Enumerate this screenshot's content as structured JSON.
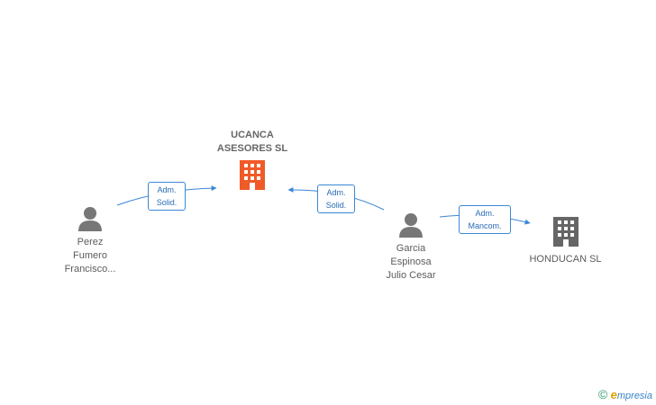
{
  "nodes": {
    "ucanca": {
      "line1": "UCANCA",
      "line2": "ASESORES SL",
      "color": "#f05a28",
      "icon": "building-icon"
    },
    "hondican": {
      "name": "HONDUCAN  SL",
      "color": "#666666",
      "icon": "building-icon"
    },
    "perez": {
      "line1": "Perez",
      "line2": "Fumero",
      "line3": "Francisco...",
      "icon": "person-icon"
    },
    "garcia": {
      "line1": "Garcia",
      "line2": "Espinosa",
      "line3": "Julio Cesar",
      "icon": "person-icon"
    }
  },
  "relations": {
    "perez_ucanca": {
      "line1": "Adm.",
      "line2": "Solid."
    },
    "garcia_ucanca": {
      "line1": "Adm.",
      "line2": "Solid."
    },
    "garcia_hondican": {
      "line1": "Adm.",
      "line2": "Mancom."
    }
  },
  "colors": {
    "edge": "#3b87d6",
    "person": "#777777"
  },
  "brand": {
    "copyright": "©",
    "e": "e",
    "rest": "mpresia"
  }
}
